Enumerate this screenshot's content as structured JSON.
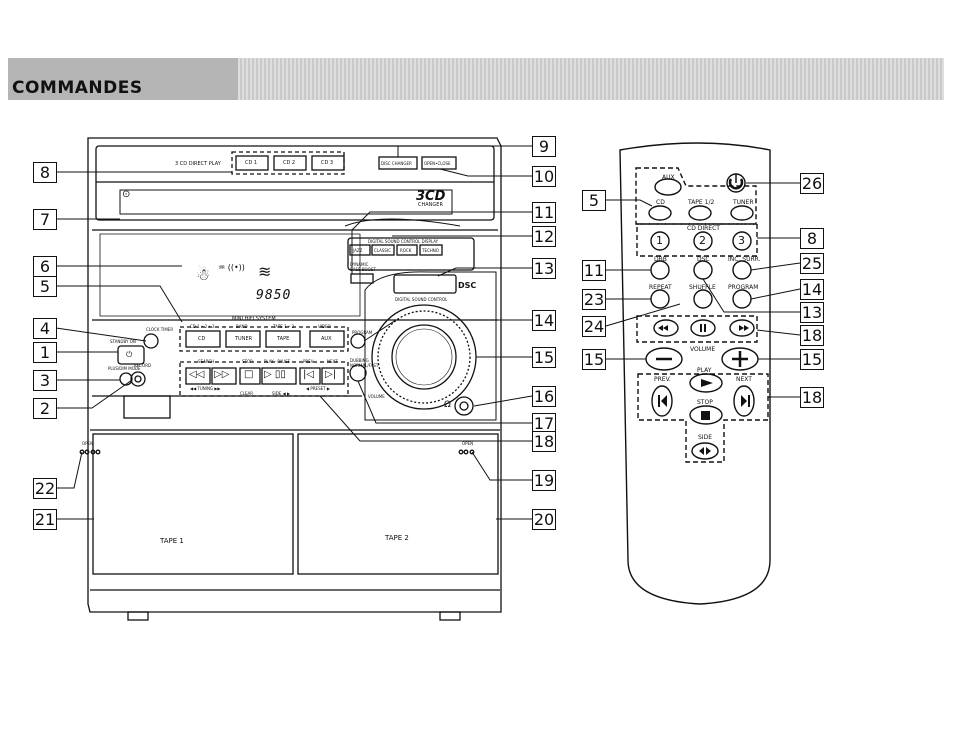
{
  "page": {
    "title": "COMMANDES"
  },
  "unit": {
    "cd_direct_play": "3 CD DIRECT PLAY",
    "cd_buttons": [
      "CD 1",
      "CD 2",
      "CD 3"
    ],
    "disc_changer": "DISC CHANGER",
    "open_close": "OPEN•CLOSE",
    "brand_3cd": "3CD",
    "brand_changer": "CHANGER",
    "dsc_display": "DIGITAL SOUND CONTROL DISPLAY",
    "dsc_buttons": [
      "JAZZ",
      "CLASSIC",
      "ROCK",
      "TECHNO"
    ],
    "dynamic_bass_boost": "DYNAMIC BASS BOOST",
    "digital_sound_control": "DIGITAL SOUND CONTROL",
    "dsc": "DSC",
    "display_digits": "9850",
    "mini_hifi": "MINI HIFI SYSTEM",
    "clock_timer": "CLOCK TIMER",
    "standby_on": "STANDBY ON",
    "plus_mode": "PLUS/DIM MODE",
    "record": "RECORD",
    "program": "PROGRAM",
    "source_heads": [
      "CD 1 • 2 • 3",
      "BAND",
      "TAPE 1 • 2",
      "VIDEO"
    ],
    "source_buttons": [
      "CD",
      "TUNER",
      "TAPE",
      "AUX"
    ],
    "transport_heads": [
      "SEARCH",
      "STOP",
      "PLAY · PAUSE",
      "PREV",
      "NEXT"
    ],
    "transport_bottom": [
      "◀◀ TUNING ▶▶",
      "CLEAR",
      "SIDE ◀ ▶",
      "◀ PRESET ▶"
    ],
    "dubbing": "DUBBING NORMAL/FAST",
    "volume": "VOLUME",
    "open_label": "OPEN",
    "tape1": "TAPE 1",
    "tape2": "TAPE 2"
  },
  "remote": {
    "aux": "AUX",
    "cd": "CD",
    "tape12": "TAPE 1/2",
    "tuner": "TUNER",
    "cd_direct": "CD DIRECT",
    "cd_numbers": [
      "1",
      "2",
      "3"
    ],
    "dbb": "DBB",
    "dsc": "DSC",
    "inc_surr": "INC. SURR.",
    "repeat": "REPEAT",
    "shuffle": "SHUFFLE",
    "program": "PROGRAM",
    "volume": "VOLUME",
    "prev": "PREV.",
    "play": "PLAY",
    "next": "NEXT",
    "stop": "STOP",
    "side": "SIDE"
  },
  "callouts": {
    "left": [
      "8",
      "7",
      "6",
      "5",
      "4",
      "1",
      "3",
      "2",
      "22",
      "21"
    ],
    "right_unit": [
      "9",
      "10",
      "11",
      "12",
      "13",
      "14",
      "15",
      "16",
      "17",
      "18",
      "19",
      "20"
    ],
    "remote_left": [
      "5",
      "11",
      "23",
      "24",
      "15"
    ],
    "remote_right": [
      "26",
      "8",
      "25",
      "14",
      "13",
      "18",
      "15",
      "18"
    ]
  }
}
